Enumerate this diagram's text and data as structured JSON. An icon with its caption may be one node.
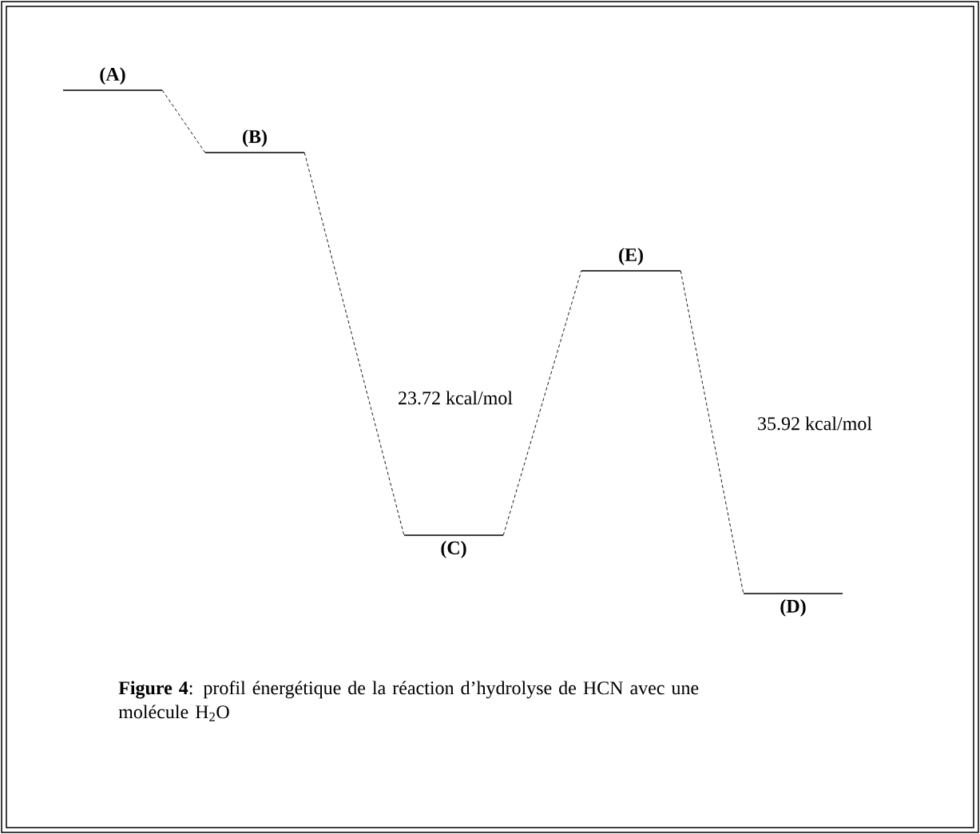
{
  "diagram": {
    "caption": "**Figure 4**: profil énergétique de la réaction d’hydrolyse de HCN avec une molécule H$_{2}$O",
    "nodes": [
      {
        "text": [
          "(A)"
        ]
      },
      {
        "text": [
          "(B)"
        ]
      },
      {
        "text": [
          "(C)"
        ]
      },
      {
        "text": [
          "(E)"
        ]
      },
      {
        "text": [
          "(D)"
        ]
      }
    ],
    "edges": [
      {
        "from": 0,
        "to": 1,
        "arrow": "none",
        "style": "dashed"
      },
      {
        "from": 1,
        "to": 2,
        "arrow": "none",
        "style": "dashed"
      },
      {
        "from": 2,
        "to": 3,
        "arrow": "none",
        "style": "dashed"
      },
      {
        "from": 3,
        "to": 4,
        "arrow": "none",
        "style": "dashed"
      }
    ],
    "labels": [
      "23.72 kcal/mol",
      "35.92 kcal/mol"
    ]
  }
}
